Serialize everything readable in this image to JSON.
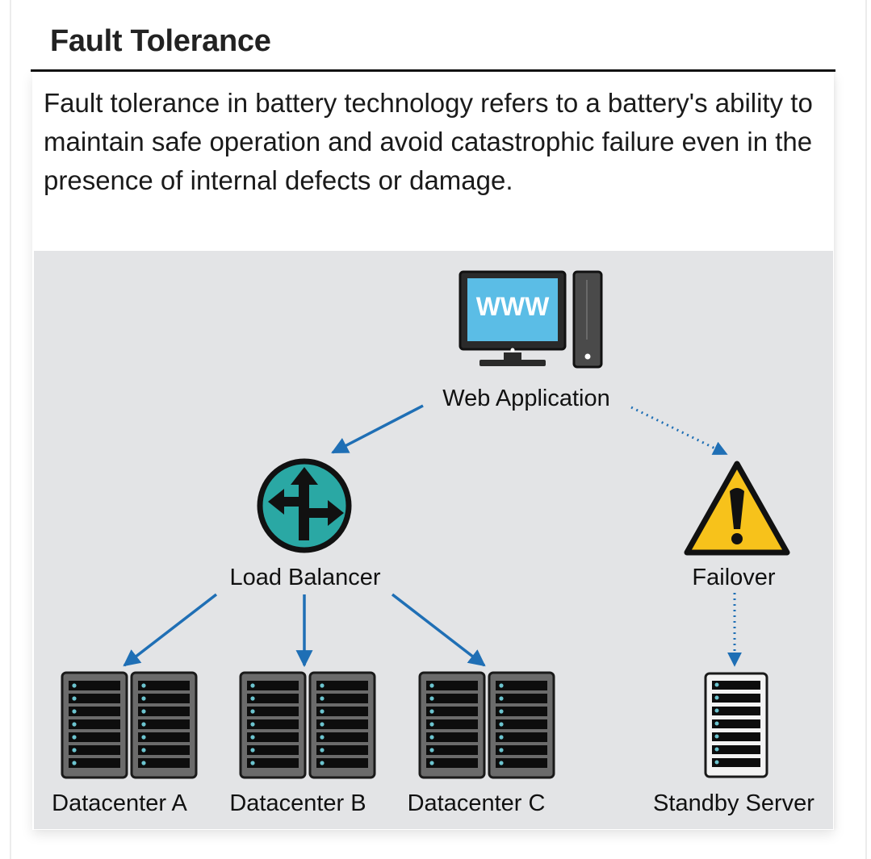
{
  "title": "Fault Tolerance",
  "description": "Fault tolerance in battery technology refers to a battery's ability to maintain safe operation and avoid catastrophic failure even in the presence of internal defects or damage.",
  "diagram": {
    "nodes": {
      "web_app": {
        "label": "Web Application",
        "screen_text": "WWW",
        "icon": "computer-icon"
      },
      "load_balancer": {
        "label": "Load Balancer",
        "icon": "load-balancer-icon"
      },
      "failover": {
        "label": "Failover",
        "icon": "warning-icon"
      },
      "dc_a": {
        "label": "Datacenter A",
        "icon": "server-rack-icon"
      },
      "dc_b": {
        "label": "Datacenter B",
        "icon": "server-rack-icon"
      },
      "dc_c": {
        "label": "Datacenter C",
        "icon": "server-rack-icon"
      },
      "standby": {
        "label": "Standby Server",
        "icon": "server-icon"
      }
    },
    "edges": [
      {
        "from": "Web Application",
        "to": "Load Balancer",
        "style": "solid"
      },
      {
        "from": "Web Application",
        "to": "Failover",
        "style": "dotted"
      },
      {
        "from": "Load Balancer",
        "to": "Datacenter A",
        "style": "solid"
      },
      {
        "from": "Load Balancer",
        "to": "Datacenter B",
        "style": "solid"
      },
      {
        "from": "Load Balancer",
        "to": "Datacenter C",
        "style": "solid"
      },
      {
        "from": "Failover",
        "to": "Standby Server",
        "style": "dotted"
      }
    ],
    "colors": {
      "arrow": "#1f6fb5",
      "screen": "#5bbde6",
      "balancer": "#2aa8a4",
      "warning": "#f7c21b",
      "led": "#6cc4cf",
      "background": "#e3e4e6"
    }
  }
}
